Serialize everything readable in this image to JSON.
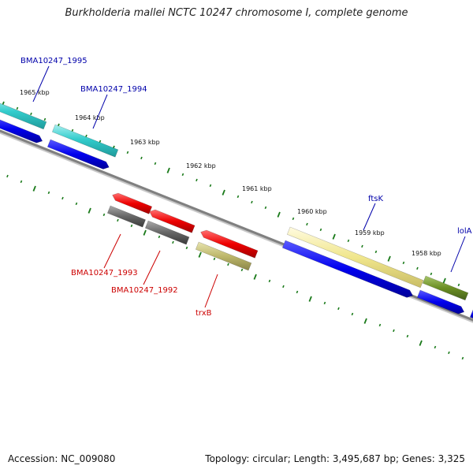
{
  "title": "Burkholderia mallei NCTC 10247 chromosome I, complete genome",
  "footer": {
    "accession_label": "Accession:",
    "accession": "NC_009080",
    "topology_label": "Topology:",
    "topology": "circular",
    "length_label": "Length:",
    "length": "3,495,687 bp",
    "genes_label": "Genes:",
    "genes": "3,325"
  },
  "colors": {
    "label_forward": "#0000aa",
    "label_reverse": "#cc0000",
    "tick": "#1a7a1a",
    "ruler_text": "#111111",
    "backbone": "#808080",
    "cds_forward": "#0000ee",
    "cds_reverse": "#ee0000",
    "gene_cyan": "#33cccc",
    "gene_gray": "#666666",
    "gene_khaki": "#bdb76b",
    "gene_light_yellow": "#f0e68c",
    "gene_olive": "#6b8e23"
  },
  "ruler": {
    "labels": [
      "1965 kbp",
      "1964 kbp",
      "1963 kbp",
      "1962 kbp",
      "1961 kbp",
      "1960 kbp",
      "1959 kbp",
      "1958 kbp"
    ]
  },
  "genes": [
    {
      "name": "BMA10247_1995",
      "strand": "forward",
      "color": "gene_cyan"
    },
    {
      "name": "BMA10247_1994",
      "strand": "forward",
      "color": "gene_cyan"
    },
    {
      "name": "BMA10247_1993",
      "strand": "reverse",
      "color": "gene_gray"
    },
    {
      "name": "BMA10247_1992",
      "strand": "reverse",
      "color": "gene_gray"
    },
    {
      "name": "trxB",
      "strand": "reverse",
      "color": "gene_khaki"
    },
    {
      "name": "ftsK",
      "strand": "forward",
      "color": "gene_light_yellow"
    },
    {
      "name": "lolA",
      "strand": "forward",
      "color": "gene_olive"
    }
  ]
}
